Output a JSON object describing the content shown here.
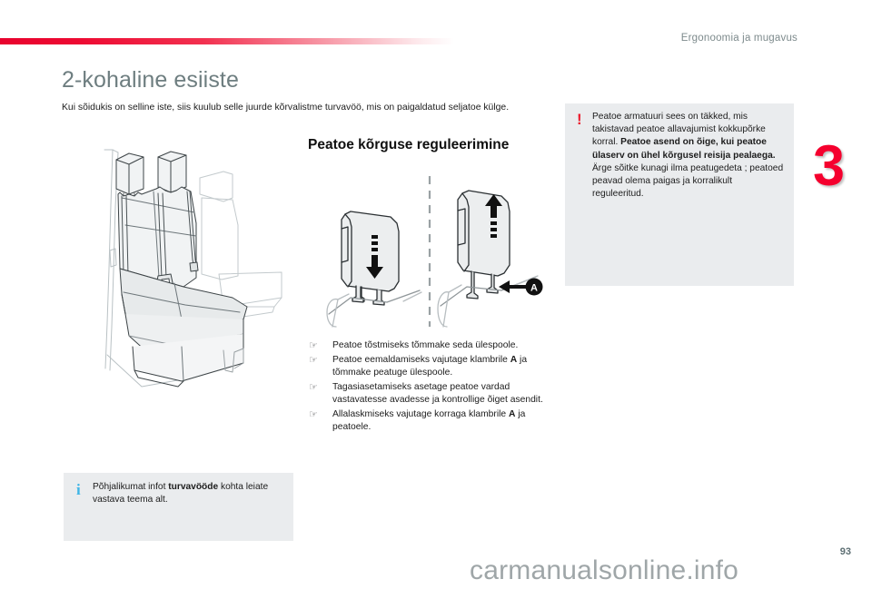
{
  "header": {
    "section_title": "Ergonoomia ja mugavus",
    "rule_color": "#e8032e"
  },
  "chapter": {
    "number": "3",
    "color": "#f5002e"
  },
  "main": {
    "page_title": "2-kohaline esiiste",
    "intro": "Kui sõidukis on selline iste, siis kuulub selle juurde kõrvalistme turvavöö, mis on paigaldatud seljatoe külge.",
    "section_heading": "Peatoe kõrguse reguleerimine",
    "bullet_marker": "☞",
    "bullets": [
      {
        "pre": "Peatoe tõstmiseks tõmmake seda ülespoole.",
        "bold": "",
        "post": ""
      },
      {
        "pre": "Peatoe eemaldamiseks vajutage klambrile ",
        "bold": "A",
        "post": " ja tõmmake peatuge ülespoole."
      },
      {
        "pre": "Tagasiasetamiseks asetage peatoe vardad vastavatesse avadesse ja kontrollige õiget asendit.",
        "bold": "",
        "post": ""
      },
      {
        "pre": "Allalaskmiseks vajutage korraga klambrile ",
        "bold": "A",
        "post": " ja peatoele."
      }
    ]
  },
  "illustrations": {
    "seat_alt": "two-seat front bench seat with headrests and seat belts",
    "headrest_left_alt": "headrest with downward arrow",
    "headrest_right_alt": "headrest with upward arrow and clip callout A",
    "callout_label": "A"
  },
  "warning_box": {
    "icon": "!",
    "icon_color": "#ec1c2e",
    "background": "#eaecee",
    "lines": [
      {
        "text": "Peatoe armatuuri sees on täkked, mis takistavad peatoe allavajumist kokkupõrke korral.",
        "bold": false
      },
      {
        "text": "Peatoe asend on õige, kui peatoe ülaserv on ühel kõrgusel reisija pealaega.",
        "bold": true
      },
      {
        "text": "Ärge sõitke kunagi ilma peatugedeta ; peatoed peavad olema paigas ja korralikult reguleeritud.",
        "bold": false
      }
    ]
  },
  "info_box": {
    "icon": "i",
    "icon_color": "#3fb5e6",
    "background": "#eaecee",
    "pre": "Põhjalikumat infot ",
    "bold": "turvavööde",
    "post": " kohta leiate vastava teema alt."
  },
  "footer": {
    "page_number": "93",
    "watermark": "carmanualsonline.info"
  }
}
